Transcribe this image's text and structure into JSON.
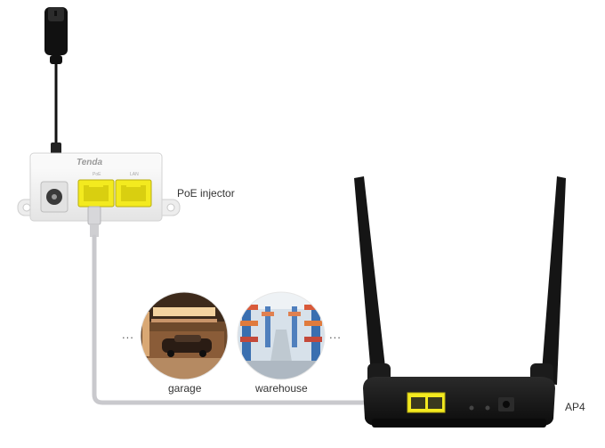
{
  "labels": {
    "injector": "PoE injector",
    "access_point": "AP4",
    "scene_left": "garage",
    "scene_right": "warehouse",
    "ellipsis_left": "...",
    "ellipsis_right": "..."
  },
  "injector": {
    "brand": "Tenda",
    "port_left": "PoE",
    "port_right": "LAN"
  },
  "colors": {
    "cable": "#c9c9cd",
    "port_yellow": "#f3ea1f",
    "device_black": "#141414",
    "injector_white": "#f4f4f4"
  }
}
